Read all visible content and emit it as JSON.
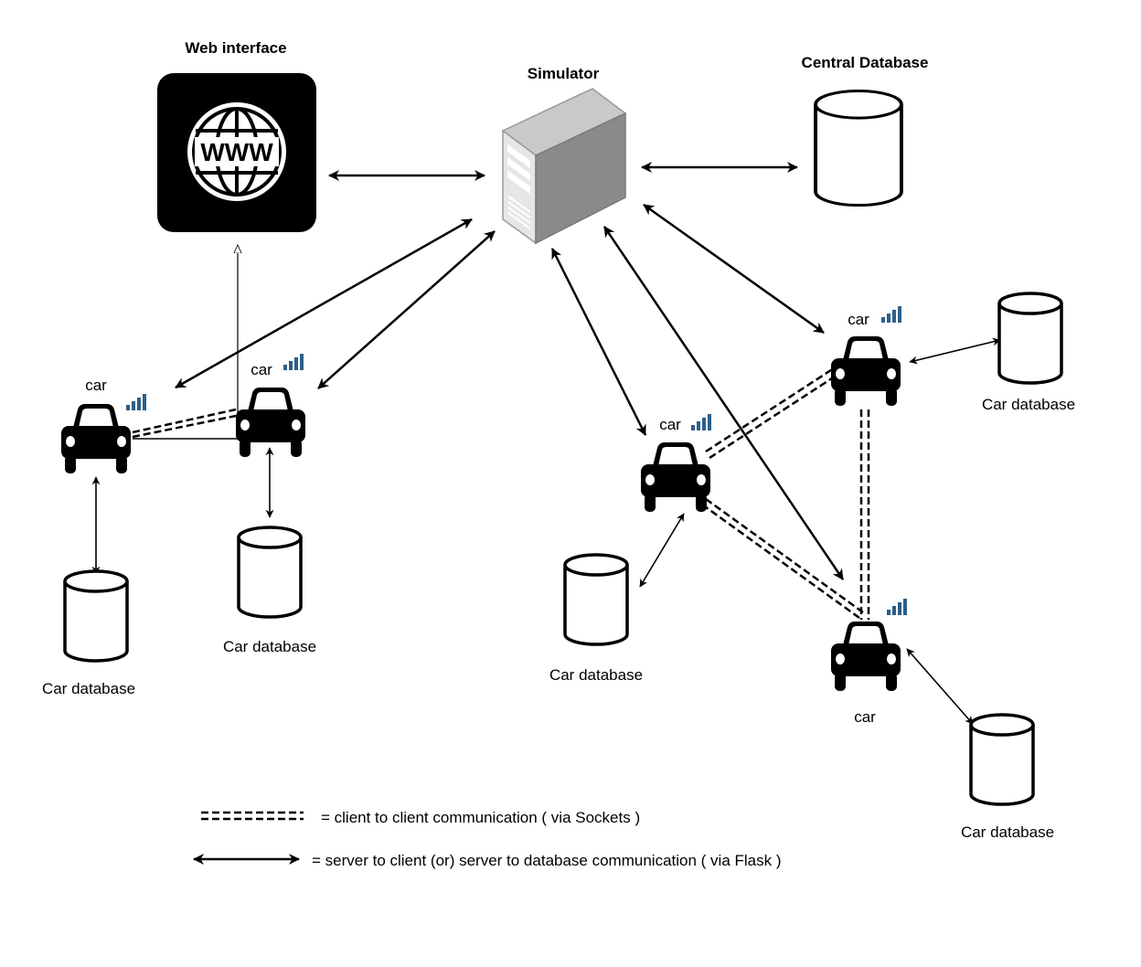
{
  "nodes": {
    "web_interface": {
      "label": "Web interface",
      "icon": "globe-www-icon",
      "icon_text": "WWW"
    },
    "simulator": {
      "label": "Simulator",
      "icon": "server-tower-icon"
    },
    "central_database": {
      "label": "Central Database",
      "icon": "database-cylinder-icon"
    }
  },
  "cars": [
    {
      "label": "car",
      "icon": "car-icon"
    },
    {
      "label": "car",
      "icon": "car-icon"
    },
    {
      "label": "car",
      "icon": "car-icon"
    },
    {
      "label": "car",
      "icon": "car-icon"
    },
    {
      "label": "car",
      "icon": "car-icon"
    }
  ],
  "car_databases": [
    {
      "label": "Car database"
    },
    {
      "label": "Car database"
    },
    {
      "label": "Car database"
    },
    {
      "label": "Car database"
    },
    {
      "label": "Car database"
    }
  ],
  "legend": {
    "dashed": "=  client to client communication ( via Sockets )",
    "solid": "= server to client (or) server to database communication ( via Flask )"
  },
  "colors": {
    "signal_bars": "#2e5f88",
    "icon_black": "#000000",
    "server_light": "#d9d9d9",
    "server_dark": "#8c8c8c"
  }
}
